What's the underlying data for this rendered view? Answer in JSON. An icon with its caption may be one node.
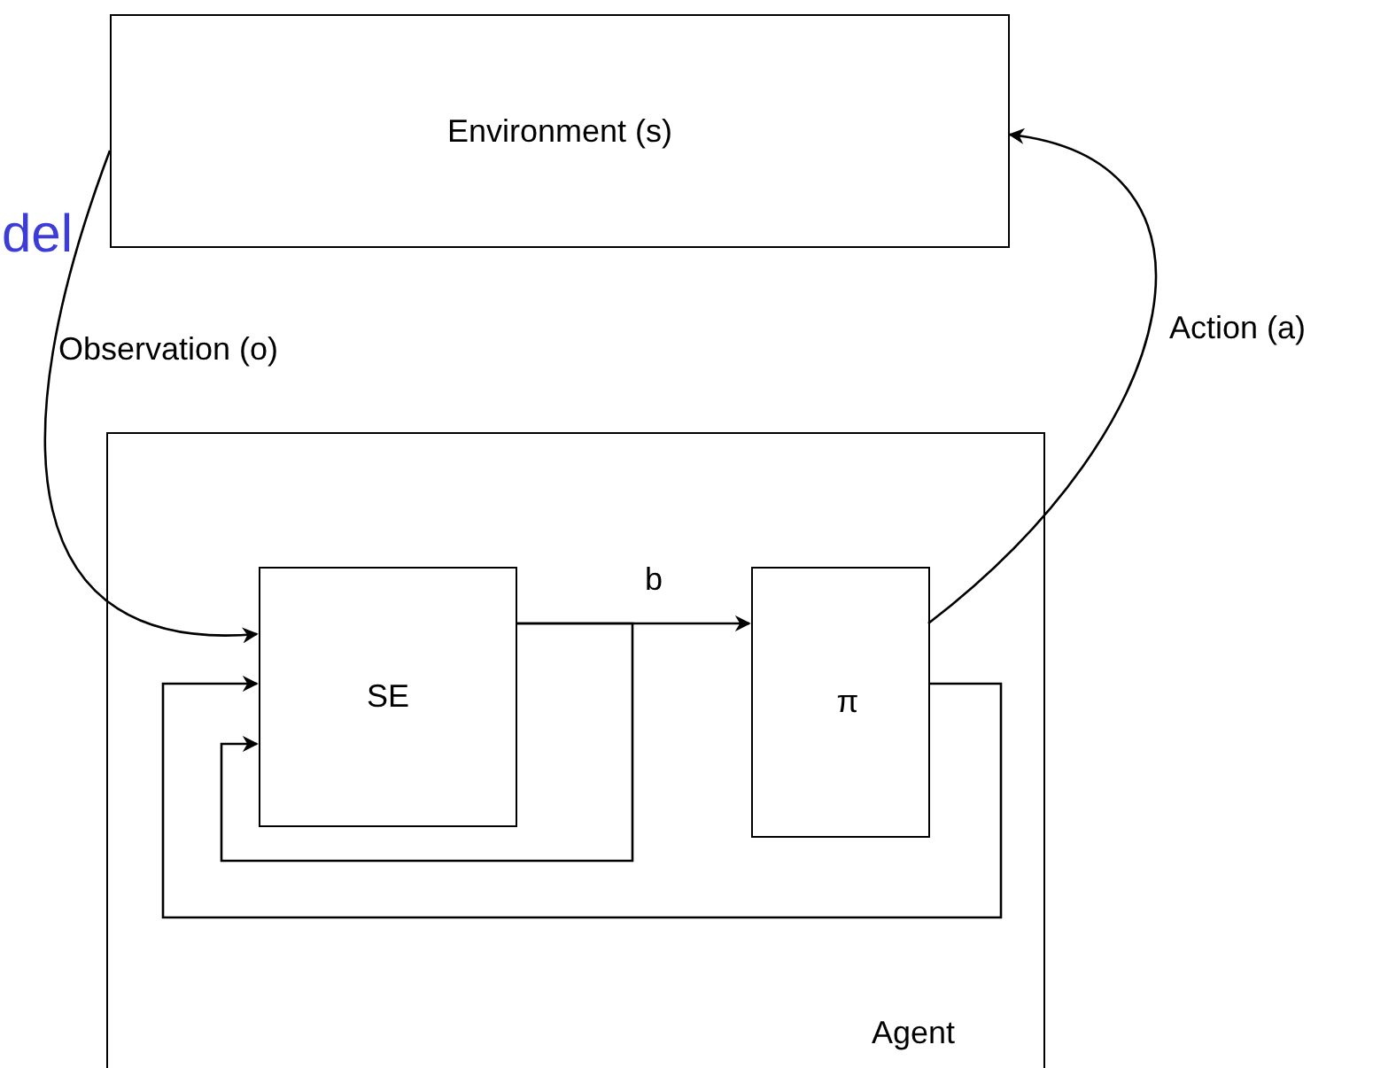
{
  "diagram": {
    "nodes": [
      {
        "text": [
          "Environment (s)"
        ]
      },
      {
        "text": [
          "Agent"
        ]
      },
      {
        "text": [
          "SE"
        ],
        "in": 1
      },
      {
        "text": [
          "π"
        ],
        "in": 1
      }
    ],
    "edges": [
      {
        "from": 0,
        "to": 2,
        "arrow": "to",
        "label": "Observation (o)"
      },
      {
        "from": 2,
        "to": 3,
        "arrow": "to",
        "label": "b"
      },
      {
        "from": 2,
        "to": 2,
        "arrow": "to"
      },
      {
        "from": 3,
        "to": 2,
        "arrow": "to"
      },
      {
        "from": 3,
        "to": 0,
        "arrow": "to",
        "label": "Action (a)"
      }
    ],
    "labels": [
      "del"
    ]
  }
}
